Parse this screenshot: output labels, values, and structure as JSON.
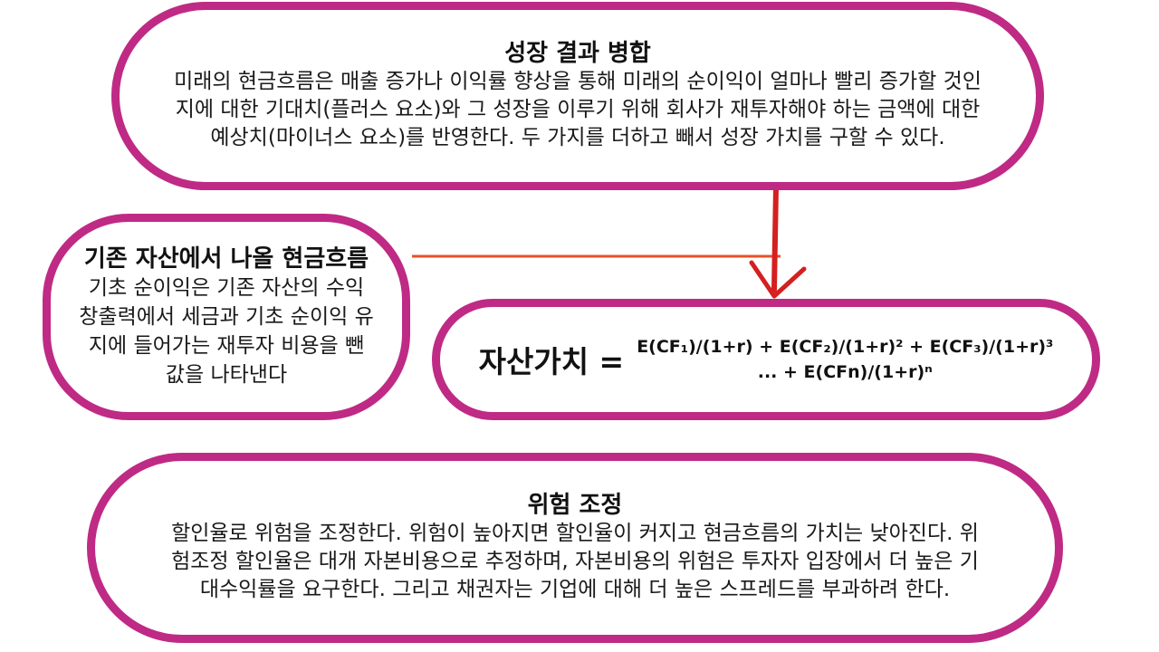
{
  "growth": {
    "title": "성장 결과 병합",
    "body": "미래의 현금흐름은 매출 증가나 이익률 향상을 통해 미래의 순이익이 얼마나 빨리 증가할 것인지에 대한 기대치(플러스 요소)와 그 성장을 이루기 위해 회사가 재투자해야 하는 금액에 대한 예상치(마이너스 요소)를 반영한다. 두 가지를 더하고 빼서 성장 가치를 구할 수 있다."
  },
  "existing": {
    "title": "기존 자산에서 나올 현금흐름",
    "body": "기초 순이익은 기존 자산의 수익 창출력에서 세금과 기초 순이익 유지에 들어가는 재투자 비용을 뺀 값을 나타낸다"
  },
  "formula": {
    "label": "자산가치 =",
    "line1": "E(CF₁)/(1+r) + E(CF₂)/(1+r)² + E(CF₃)/(1+r)³",
    "line2": "... + E(CFn)/(1+r)ⁿ"
  },
  "risk": {
    "title": "위험 조정",
    "body": "할인율로 위험을 조정한다. 위험이 높아지면 할인율이 커지고 현금흐름의 가치는 낮아진다. 위험조정 할인율은 대개 자본비용으로 추정하며, 자본비용의 위험은 투자자 입장에서 더 높은 기대수익률을 요구한다. 그리고 채권자는 기업에 대해 더 높은 스프레드를 부과하려 한다."
  },
  "colors": {
    "border": "#bf2a85",
    "connector_horizontal": "#e8502a",
    "connector_vertical": "#d42020"
  }
}
